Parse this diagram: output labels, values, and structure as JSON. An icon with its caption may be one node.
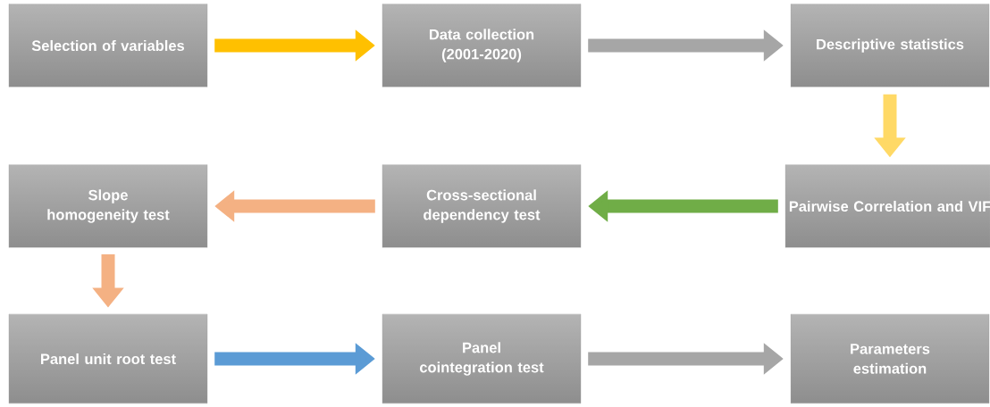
{
  "diagram": {
    "nodes": [
      {
        "text": [
          "Selection of variables"
        ]
      },
      {
        "text": [
          "Data collection (2001-2020)"
        ]
      },
      {
        "text": [
          "Descriptive statistics"
        ]
      },
      {
        "text": [
          "Slope homogeneity test"
        ]
      },
      {
        "text": [
          "Cross-sectional dependency test"
        ]
      },
      {
        "text": [
          "Pairwise Correlation and VIF"
        ]
      },
      {
        "text": [
          "Panel unit root test"
        ]
      },
      {
        "text": [
          "Panel cointegration test"
        ]
      },
      {
        "text": [
          "Parameters estimation"
        ]
      }
    ],
    "edges": [
      {
        "from": 0,
        "to": 1,
        "arrow": "to",
        "color": "#ffc000"
      },
      {
        "from": 1,
        "to": 2,
        "arrow": "to",
        "color": "#a6a6a6"
      },
      {
        "from": 2,
        "to": 5,
        "arrow": "to",
        "color": "#ffd966"
      },
      {
        "from": 5,
        "to": 4,
        "arrow": "to",
        "color": "#70ad47"
      },
      {
        "from": 4,
        "to": 3,
        "arrow": "to",
        "color": "#f4b183"
      },
      {
        "from": 3,
        "to": 6,
        "arrow": "to",
        "color": "#f4b183"
      },
      {
        "from": 6,
        "to": 7,
        "arrow": "to",
        "color": "#5b9bd5"
      },
      {
        "from": 7,
        "to": 8,
        "arrow": "to",
        "color": "#a6a6a6"
      }
    ]
  }
}
